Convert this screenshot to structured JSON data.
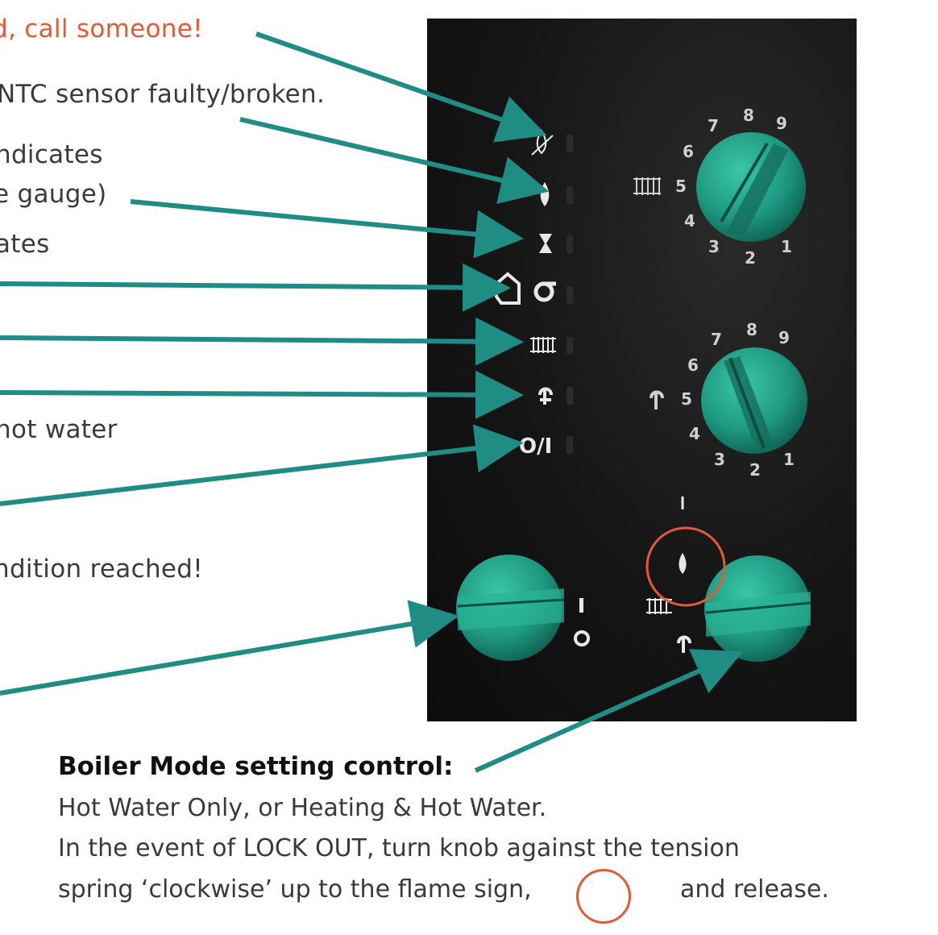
{
  "left_notes": [
    {
      "key": "n1",
      "text": "d, call someone!",
      "color": "#e45a35"
    },
    {
      "key": "n2",
      "text": "NTC sensor faulty/broken."
    },
    {
      "key": "n3",
      "text": "ndicates"
    },
    {
      "key": "n4",
      "text": "e gauge)"
    },
    {
      "key": "n5",
      "text": "ates"
    },
    {
      "key": "n6",
      "text": "hot water"
    },
    {
      "key": "n7",
      "text": "ndition reached!"
    }
  ],
  "bottom": {
    "title": "Boiler Mode setting control:",
    "line1": "Hot Water Only, or Heating & Hot Water.",
    "line2": "In the event of LOCK OUT, turn knob against the tension",
    "line3a": "spring ‘clockwise’ up to the flame sign,",
    "line3b": "and release."
  },
  "panel": {
    "indicators": [
      "flame-off",
      "flame",
      "hourglass",
      "chimney-sweep",
      "radiator",
      "tap",
      "on-off"
    ],
    "on_off_label": "O/I",
    "knob1_scale": [
      "1",
      "2",
      "3",
      "4",
      "5",
      "6",
      "7",
      "8",
      "9"
    ],
    "knob2_scale": [
      "1",
      "2",
      "3",
      "4",
      "5",
      "6",
      "7",
      "8",
      "9"
    ],
    "switch_labels": [
      "I",
      "O"
    ]
  },
  "colors": {
    "arrow": "#1f8d84",
    "knob": "#1f9a82",
    "highlight": "#e45a35",
    "panel": "#141414"
  }
}
